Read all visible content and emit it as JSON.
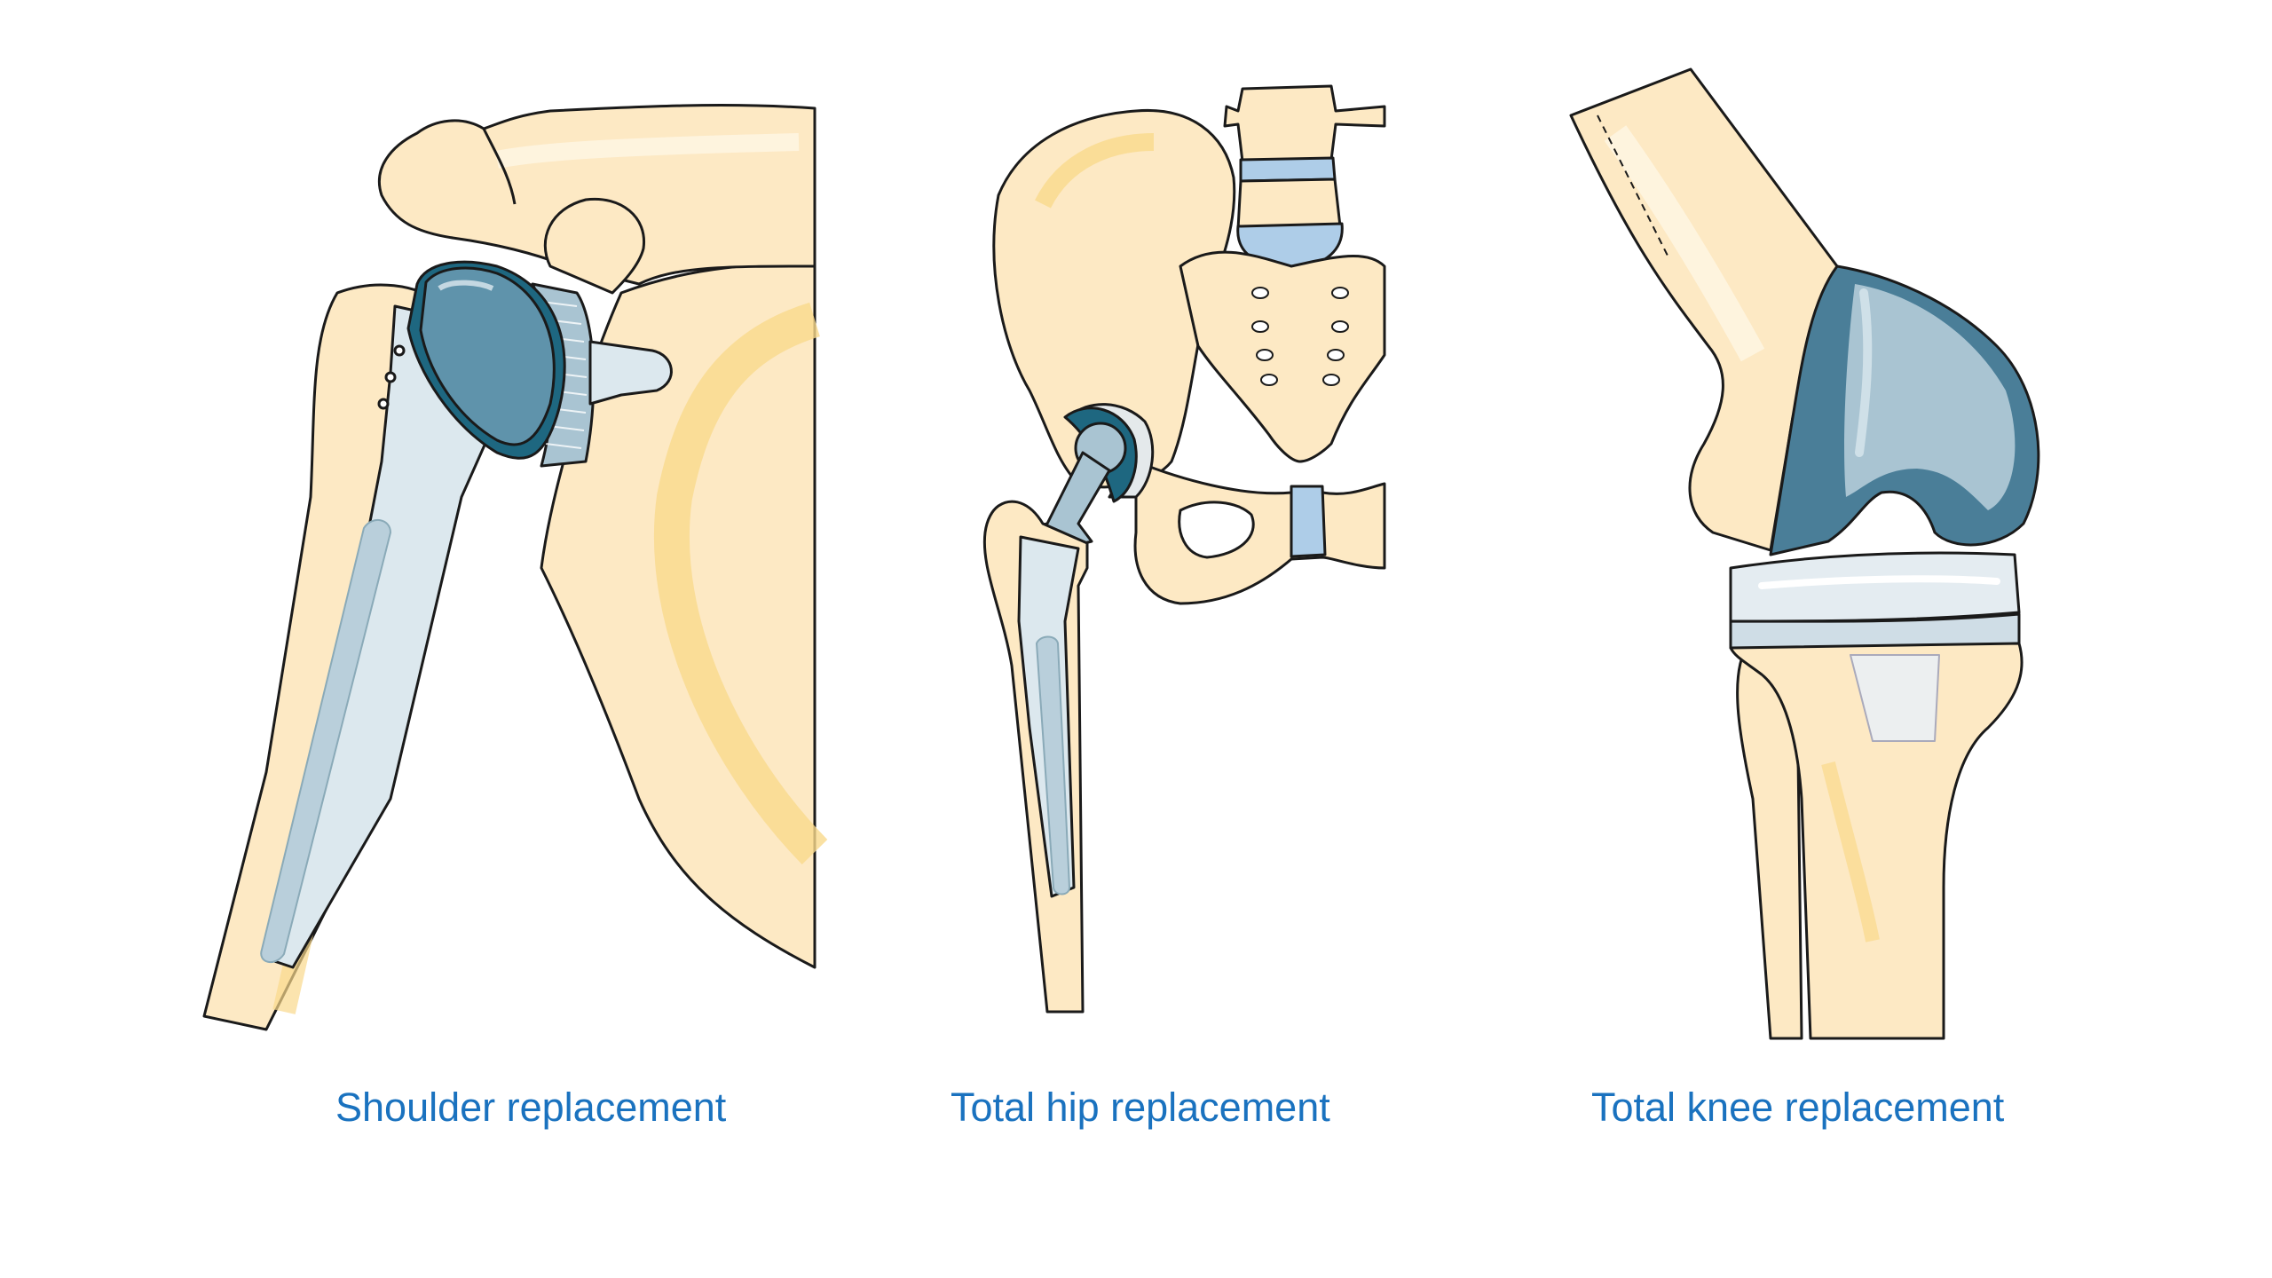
{
  "figure": {
    "panels": [
      {
        "id": "shoulder",
        "label": "Shoulder replacement"
      },
      {
        "id": "hip",
        "label": "Total hip replacement"
      },
      {
        "id": "knee",
        "label": "Total knee replacement"
      }
    ]
  },
  "colors": {
    "label_text": "#1a72bf",
    "bone_fill": "#fde9c4",
    "bone_shadow": "#f9d98c",
    "bone_highlight": "#fef5e1",
    "implant_dark": "#1e6780",
    "implant_mid": "#5f93ab",
    "implant_light": "#a9c4d2",
    "implant_pale": "#dce8ee",
    "cartilage_blue": "#aecde8",
    "outline": "#1a1a1a",
    "background": "#ffffff"
  }
}
